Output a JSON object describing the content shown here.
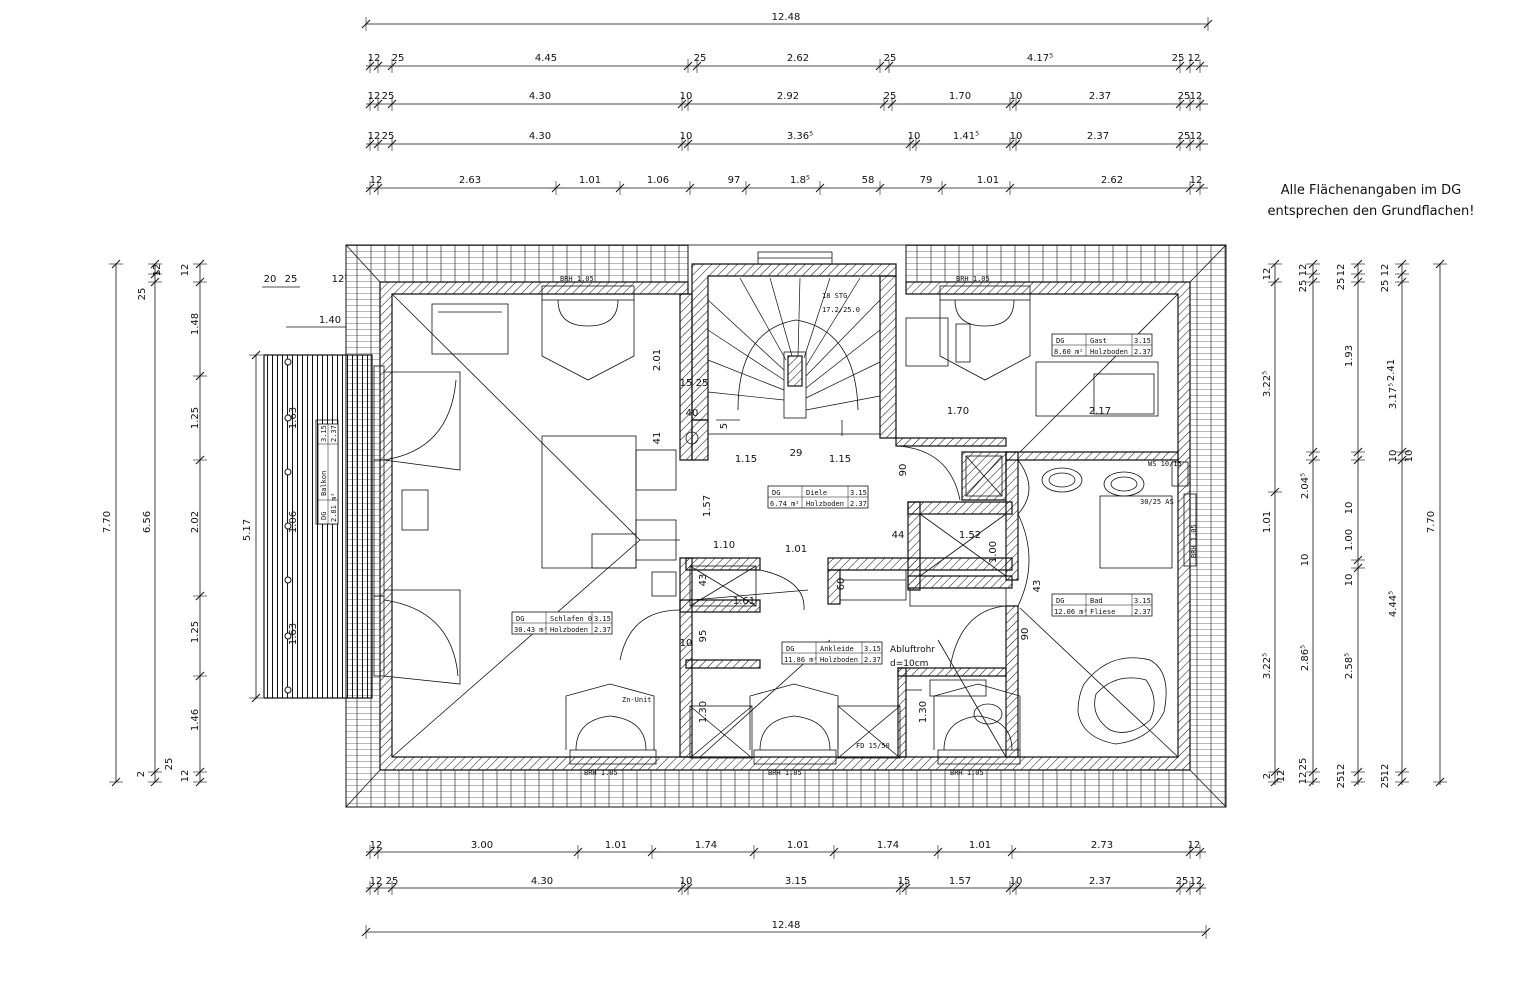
{
  "note": {
    "line1": "Alle Flächenangaben im DG",
    "line2": "entsprechen den Grundflachen!"
  },
  "dims_top": {
    "overall": "12.48",
    "row1": [
      "12",
      "25",
      "4.45",
      "25",
      "2.62",
      "25",
      "4.17⁵",
      "25",
      "12"
    ],
    "row2": [
      "12",
      "25",
      "4.30",
      "10",
      "2.92",
      "25",
      "1.70",
      "10",
      "2.37",
      "25",
      "12"
    ],
    "row3": [
      "12",
      "25",
      "4.30",
      "10",
      "3.36⁵",
      "10",
      "1.41⁵",
      "10",
      "2.37",
      "25",
      "12"
    ],
    "row4": [
      "12",
      "2.63",
      "1.01",
      "1.06",
      "97",
      "1.8⁵",
      "58",
      "79",
      "1.01",
      "2.62",
      "12"
    ]
  },
  "dims_bottom": {
    "row1": [
      "12",
      "3.00",
      "1.01",
      "1.74",
      "1.01",
      "1.74",
      "1.01",
      "2.73",
      "12"
    ],
    "row2": [
      "12",
      "25",
      "4.30",
      "10",
      "3.15",
      "15",
      "1.57",
      "10",
      "2.37",
      "25",
      "12"
    ],
    "overall": "12.48"
  },
  "dims_left": {
    "overall": "7.70",
    "sub": "6.56",
    "balcony": "5.17",
    "stack": [
      "25",
      "12",
      "12",
      "1.48",
      "1.25",
      "2.02",
      "1.25",
      "1.46",
      "2",
      "25",
      "12"
    ],
    "balcony_top": [
      "20",
      "25",
      "12⁵"
    ],
    "balcony_depth": "1.40",
    "window_widths": [
      "1.63",
      "1.06",
      "1.63"
    ]
  },
  "dims_right": {
    "overall": "7.70",
    "stack_a": [
      "12",
      "3.22⁵",
      "1.01",
      "3.22⁵",
      "2",
      "12"
    ],
    "stack_b": [
      "25",
      "12",
      "2.04⁵",
      "10",
      "2.86⁵",
      "25",
      "12"
    ],
    "stack_c": [
      "25",
      "12",
      "1.93",
      "10",
      "1.00",
      "10",
      "2.58⁵",
      "12",
      "25"
    ],
    "stack_d": [
      "25",
      "12",
      "3.17⁵",
      "10",
      "4.44⁵",
      "12",
      "25"
    ],
    "stack_e": [
      "2.41",
      "10"
    ]
  },
  "interior_dims": [
    "2.01",
    "15",
    "25",
    "40",
    "41",
    "1.15",
    "29",
    "1.15",
    "90",
    "1.57",
    "1.10",
    "1.01",
    "1.52",
    "1.00",
    "1.70",
    "2.17",
    "60",
    "43",
    "95",
    "10",
    "1.30",
    "1.30",
    "90",
    "1.61",
    "44",
    "43",
    "5"
  ],
  "rooms": [
    {
      "level": "DG",
      "name": "Schlafen 0",
      "area": "30.43 m²",
      "floor": "Holzboden",
      "h1": "3.15",
      "h2": "2.37"
    },
    {
      "level": "DG",
      "name": "Diele",
      "area": "6.74 m²",
      "floor": "Holzboden",
      "h1": "3.15",
      "h2": "2.37"
    },
    {
      "level": "DG",
      "name": "Gast",
      "area": "8.60 m²",
      "floor": "Holzboden",
      "h1": "3.15",
      "h2": "2.37"
    },
    {
      "level": "DG",
      "name": "Bad",
      "area": "12.06 m²",
      "floor": "Fliese",
      "h1": "3.15",
      "h2": "2.37"
    },
    {
      "level": "DG",
      "name": "Ankleide",
      "area": "11.86 m²",
      "floor": "Holzboden",
      "h1": "3.15",
      "h2": "2.37"
    },
    {
      "level": "DG",
      "name": "Balkon",
      "area": "2.81 m²",
      "floor": "",
      "h1": "3.15",
      "h2": "2.37"
    }
  ],
  "labels": {
    "brh_top_left": "BRH 1.05",
    "brh_top_right": "BRH 1.05",
    "brh_bottom_1": "BRH 1.05",
    "brh_bottom_2": "BRH 1.05",
    "brh_bottom_3": "BRH 1.05",
    "brh_side": "BRH 1.05",
    "stairs_1": "18 STG",
    "stairs_2": "17.2/25.0",
    "duct_1": "Abluftrohr",
    "duct_2": "d=10cm",
    "shaft": "FD 15/50",
    "zn_unit": "Zn-Unit",
    "ws": "WS 10/15",
    "vs": "30/25 AS"
  }
}
